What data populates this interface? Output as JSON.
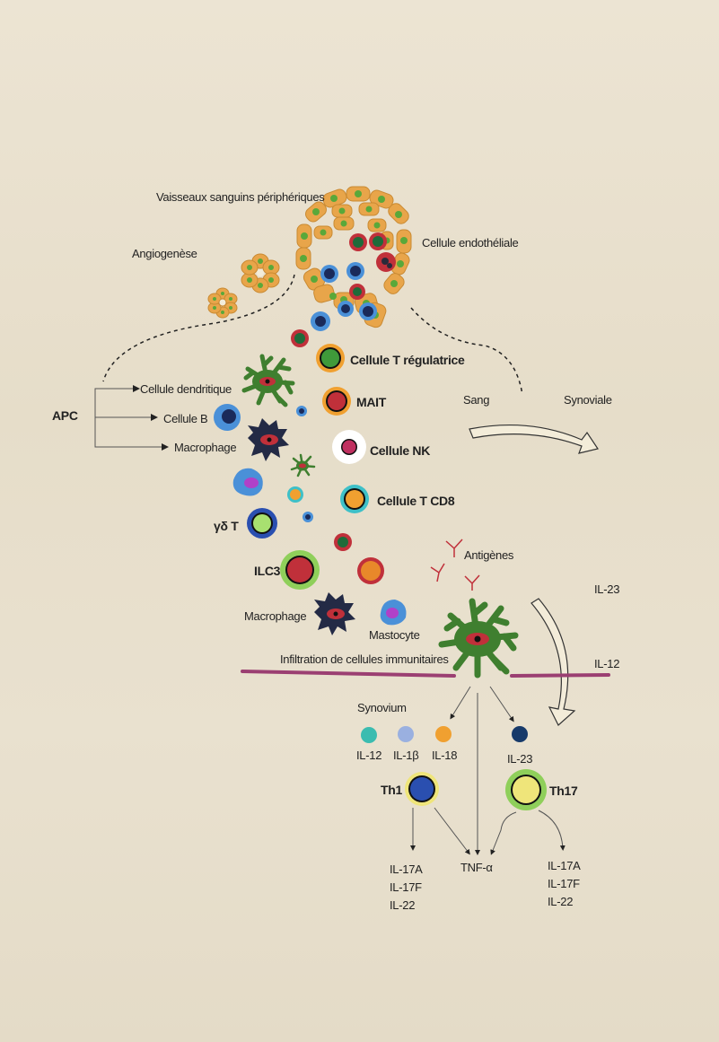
{
  "labels": {
    "vessels": "Vaisseaux sanguins périphériques",
    "angiogenesis": "Angiogenèse",
    "endothelial": "Cellule endothéliale",
    "apc": "APC",
    "dendritic": "Cellule dendritique",
    "bcell": "Cellule B",
    "macrophage_top": "Macrophage",
    "treg": "Cellule T régulatrice",
    "mait": "MAIT",
    "nk": "Cellule NK",
    "cd8": "Cellule T CD8",
    "gdt": "γδ T",
    "ilc3": "ILC3",
    "macrophage_bottom": "Macrophage",
    "mast": "Mastocyte",
    "blood": "Sang",
    "synovial": "Synoviale",
    "antigens": "Antigènes",
    "il23_right": "IL-23",
    "il12_right": "IL-12",
    "infiltration": "Infiltration de cellules immunitaires",
    "synovium": "Synovium",
    "il12": "IL-12",
    "il1b": "IL-1β",
    "il18": "IL-18",
    "il23": "IL-23",
    "th1": "Th1",
    "th17": "Th17",
    "tnfa": "TNF-α",
    "left_out": [
      "IL-17A",
      "IL-17F",
      "IL-22"
    ],
    "right_out": [
      "IL-17A",
      "IL-17F",
      "IL-22"
    ]
  },
  "colors": {
    "background": "#e9e1cf",
    "endothelial": "#e8a54a",
    "nucleus_green": "#5aa83a",
    "membrane_band": "#9b3f72",
    "dendritic": "#3f7f2f",
    "macrophage": "#232a45",
    "red_cell": "#c0303a",
    "orange_ring": "#e8882a",
    "blue_cell": "#2a4fb0",
    "yellow_cell": "#efe57a"
  }
}
